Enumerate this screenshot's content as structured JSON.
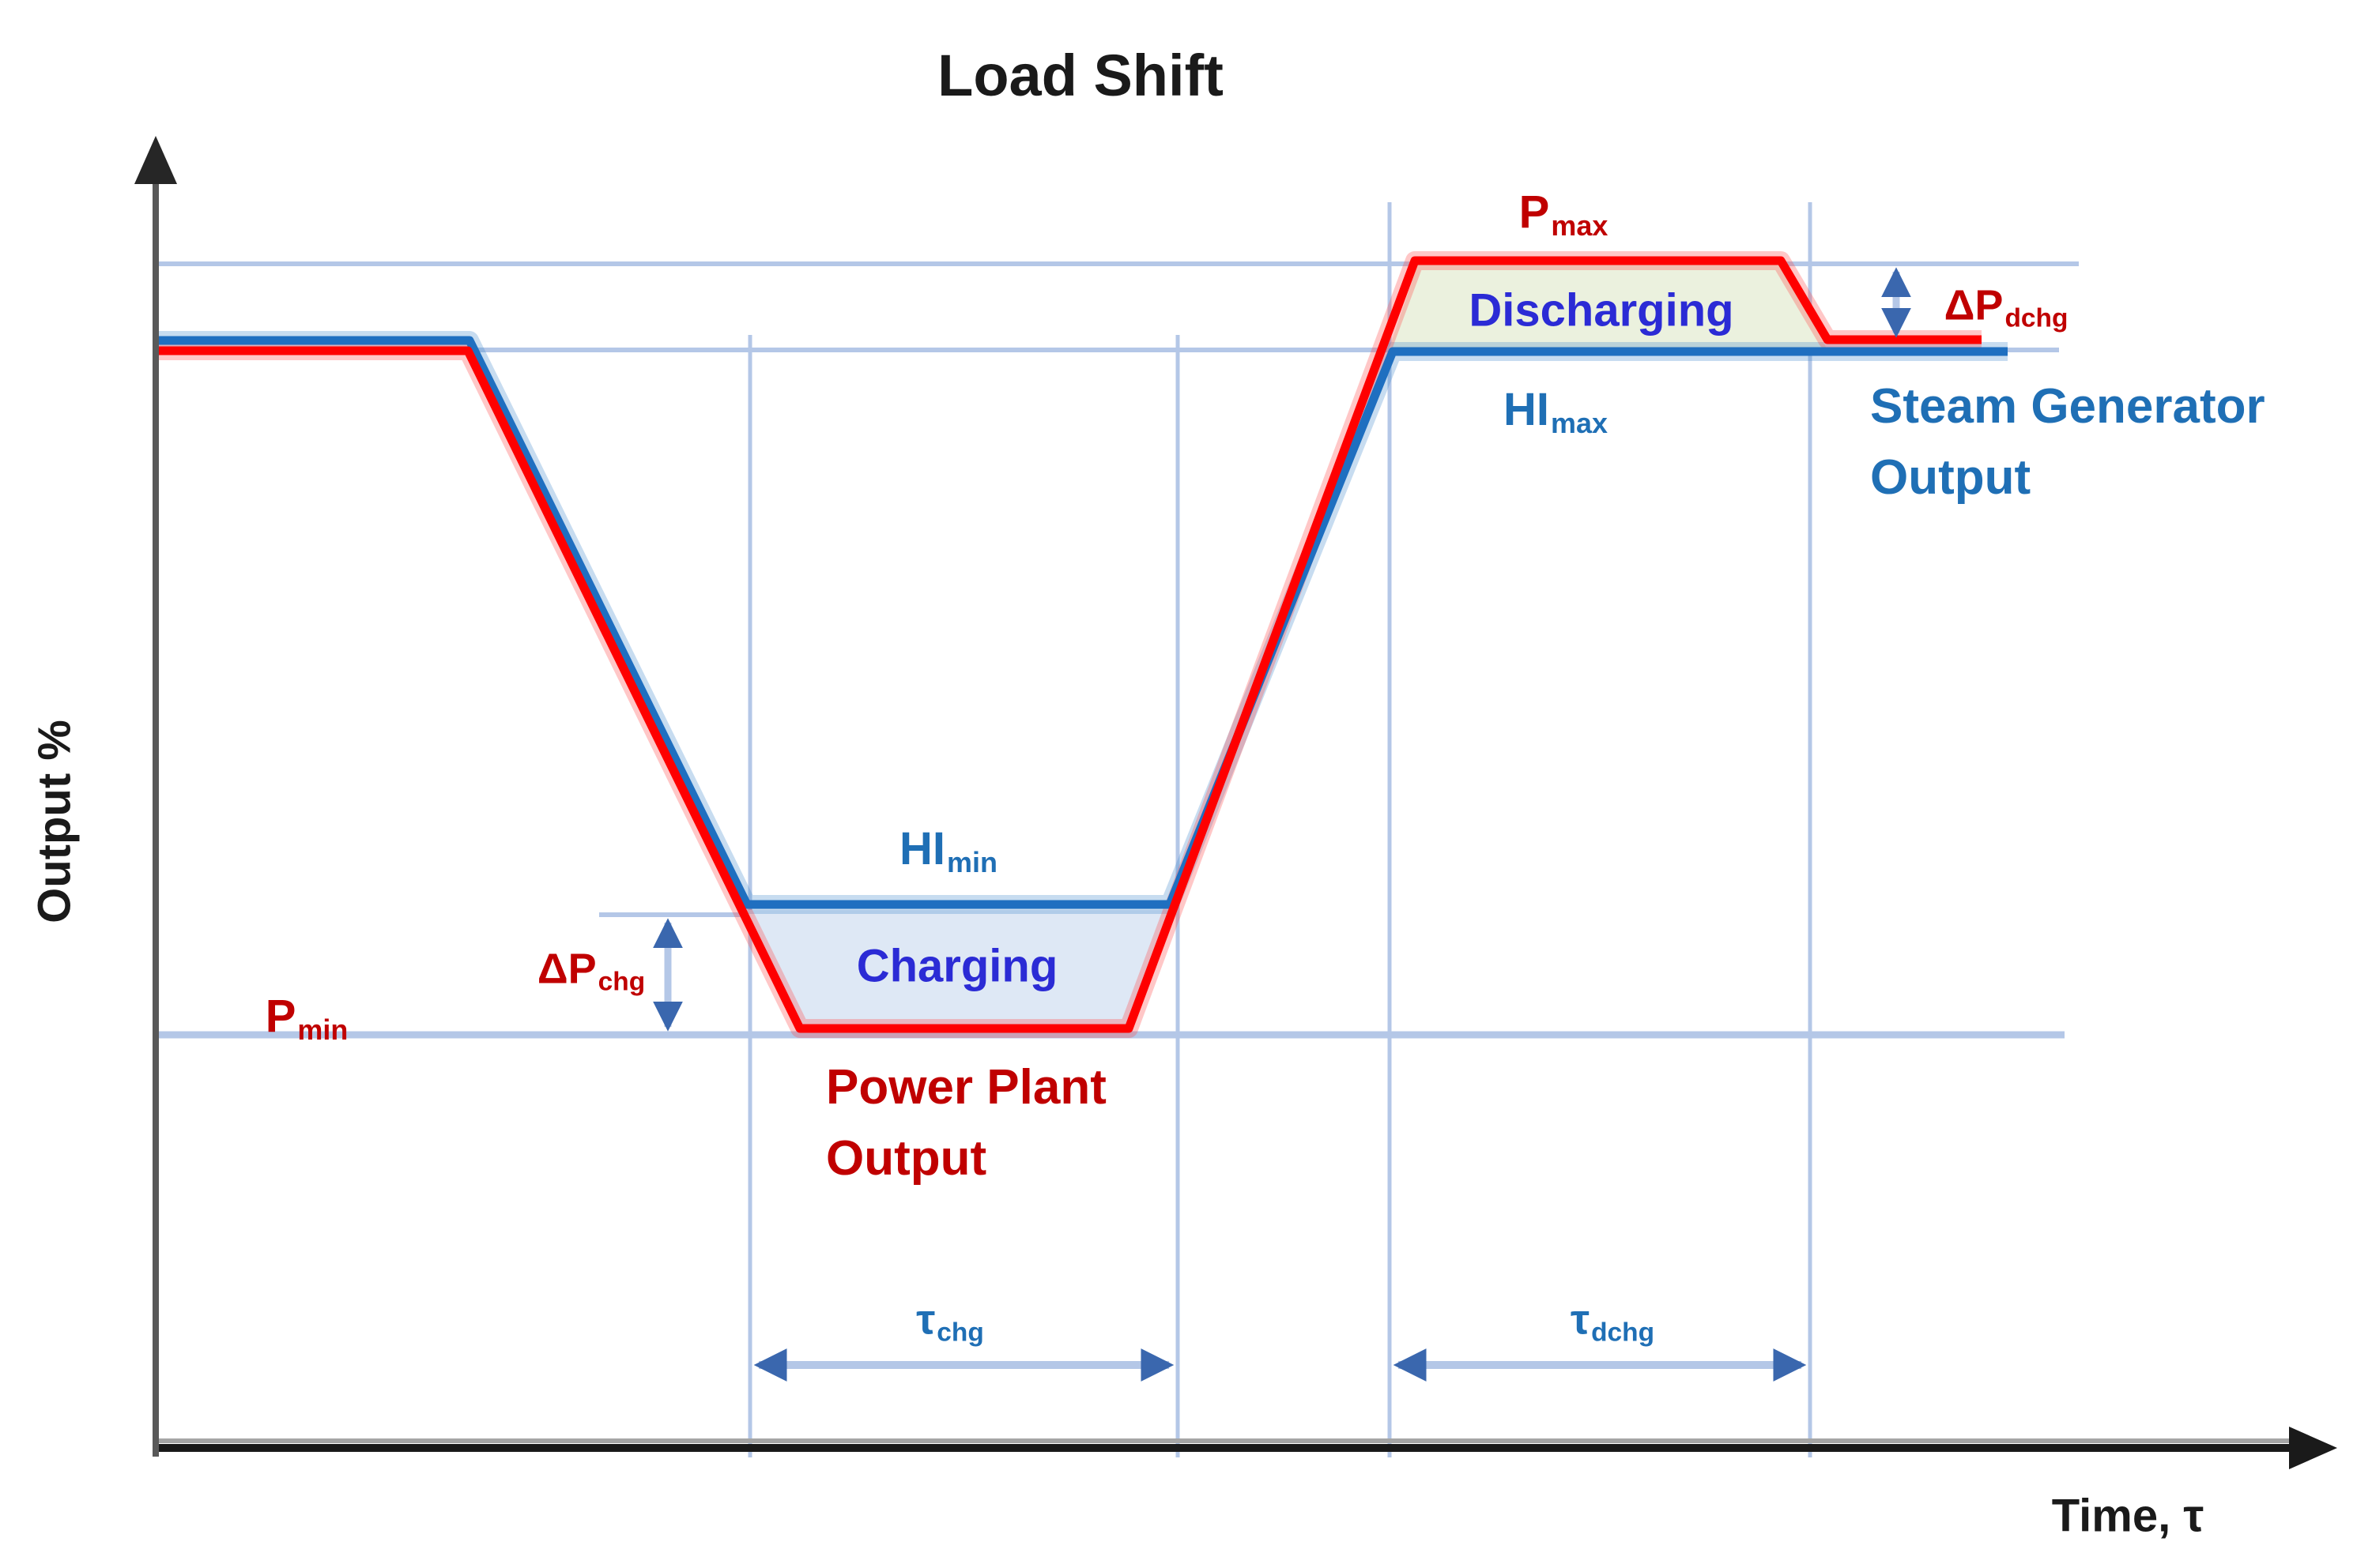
{
  "title": "Load Shift",
  "axes": {
    "y_label": "Output %",
    "x_label": "Time, τ"
  },
  "labels": {
    "p_max": {
      "base": "P",
      "sub": "max"
    },
    "p_min": {
      "base": "P",
      "sub": "min"
    },
    "hi_max": {
      "base": "HI",
      "sub": "max"
    },
    "hi_min": {
      "base": "HI",
      "sub": "min"
    },
    "dp_chg": {
      "base": "ΔP",
      "sub": "chg"
    },
    "dp_dchg": {
      "base": "ΔP",
      "sub": "dchg"
    },
    "tau_chg": {
      "base": "τ",
      "sub": "chg"
    },
    "tau_dchg": {
      "base": "τ",
      "sub": "dchg"
    },
    "charging": "Charging",
    "discharging": "Discharging",
    "power_plant_line1": "Power Plant",
    "power_plant_line2": "Output",
    "steam_generator_line1": "Steam Generator",
    "steam_generator_line2": "Output"
  },
  "colors": {
    "power_plant_line": "#FE0000",
    "steam_generator_line": "#1F6FC0",
    "dark_red_text": "#C00000",
    "blue_text": "#1F6FB5",
    "region_text": "#2B2BD5",
    "gridline": "#B4C7E7",
    "dimension_arrowhead": "#3A67AE",
    "charging_fill": "#DEE8F5",
    "discharging_fill": "#EBF1DE",
    "axis": "#1A1A1A"
  },
  "chart_data": {
    "type": "line",
    "title": "Load Shift",
    "xlabel": "Time, τ",
    "ylabel": "Output %",
    "x_range_note": "qualitative time axis, no tick labels; units 0-10 relative",
    "y_range_note": "qualitative output axis, no tick labels; units relative % where P_max = 100",
    "series": [
      {
        "name": "Power Plant Output",
        "color": "#FE0000",
        "x": [
          0,
          1.4,
          2.9,
          4.5,
          5.8,
          7.4,
          7.7,
          8.4
        ],
        "y": [
          92,
          92,
          35,
          35,
          100,
          100,
          93,
          93
        ]
      },
      {
        "name": "Steam Generator Output",
        "color": "#1F6FC0",
        "x": [
          0,
          1.4,
          2.7,
          4.7,
          5.7,
          8.5
        ],
        "y": [
          93,
          93,
          45,
          45,
          92,
          92
        ]
      }
    ],
    "levels": {
      "P_max": 100,
      "P_min": 35,
      "HI_max": 92,
      "HI_min": 45,
      "delta_P_chg": "HI_min − P_min",
      "delta_P_dchg": "P_max − final plant output"
    },
    "annotations": [
      {
        "label": "Charging",
        "type": "filled region between curves",
        "x_interval": [
          2.9,
          4.7
        ]
      },
      {
        "label": "Discharging",
        "type": "filled region between curves",
        "x_interval": [
          5.7,
          7.4
        ]
      },
      {
        "label": "τ_chg",
        "type": "horizontal dimension arrow",
        "x_interval": [
          2.9,
          4.7
        ]
      },
      {
        "label": "τ_dchg",
        "type": "horizontal dimension arrow",
        "x_interval": [
          5.7,
          7.4
        ]
      },
      {
        "label": "ΔP_chg",
        "type": "vertical dimension arrow",
        "y_interval": [
          35,
          45
        ]
      },
      {
        "label": "ΔP_dchg",
        "type": "vertical dimension arrow",
        "y_interval": [
          93,
          100
        ]
      }
    ],
    "grid": "light blue reference lines at P_max, steady output, P_min, HI_min and at region boundaries",
    "legend_position": "labels placed directly on chart"
  }
}
